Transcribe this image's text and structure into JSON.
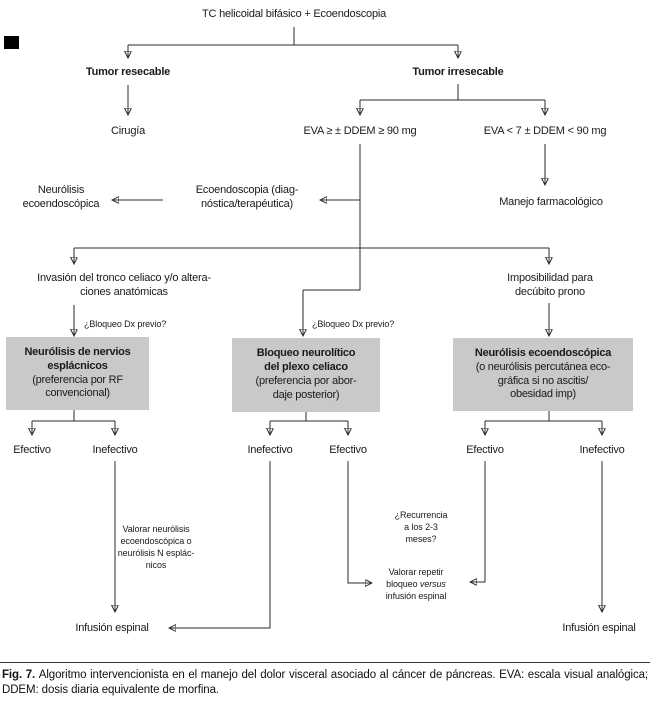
{
  "colors": {
    "box_fill": "#c9c9c9",
    "line": "#2b2b2b"
  },
  "fc": {
    "root": "TC helicoidal bifásico + Ecoendoscopia",
    "tumor_resecable": "Tumor resecable",
    "tumor_irresecable": "Tumor irresecable",
    "cirugia": "Cirugía",
    "eva_high": "EVA ≥ ± DDEM ≥ 90 mg",
    "eva_low": "EVA < 7 ± DDEM < 90 mg",
    "neurolisis_eus": [
      "Neurólisis",
      "ecoendoscópica"
    ],
    "eus_diag": [
      "Ecoendoscopia (diag-",
      "nóstica/terapéutica)"
    ],
    "manejo_farmacologico": "Manejo farmacológico",
    "invasion": [
      "Invasión del tronco celiaco y/o altera-",
      "ciones anatómicas"
    ],
    "imposibilidad": [
      "Imposibilidad para",
      "decúbito prono"
    ],
    "dx_prev_left": "¿Bloqueo Dx previo?",
    "dx_prev_mid": "¿Bloqueo Dx previo?",
    "box_esplacnicos": {
      "title": [
        "Neurólisis de nervios",
        "esplácnicos"
      ],
      "sub": [
        "(preferencia por RF",
        "convencional)"
      ]
    },
    "box_celiaco": {
      "title": [
        "Bloqueo neurolítico",
        "del plexo celiaco"
      ],
      "sub": [
        "(preferencia por abor-",
        "daje posterior)"
      ]
    },
    "box_eus": {
      "title": [
        "Neurólisis ecoendoscópica"
      ],
      "sub": [
        "(o neurólisis percutánea eco-",
        "gráfica si no ascitis/",
        "obesidad imp)"
      ]
    },
    "outcomes": [
      "Efectivo",
      "Inefectivo",
      "Inefectivo",
      "Efectivo",
      "Efectivo",
      "Inefectivo"
    ],
    "valorar_neurolisis": [
      "Valorar neurólisis",
      "ecoendoscópica o",
      "neurólisis N esplác-",
      "nicos"
    ],
    "recurrencia": [
      "¿Recurrencia",
      "a los 2-3",
      "meses?"
    ],
    "valorar_repetir": {
      "l1": "Valorar repetir",
      "l2a": "bloqueo",
      "l2b": "versus",
      "l3": "infusión espinal"
    },
    "infusion_left": "Infusión espinal",
    "infusion_right": "Infusión espinal"
  },
  "caption": {
    "fig_label": "Fig. 7.",
    "fig_text": "Algoritmo intervencionista en el manejo del dolor visceral asociado al cáncer de páncreas. EVA: escala visual analógica; DDEM: dosis diaria equivalente de morfina."
  }
}
